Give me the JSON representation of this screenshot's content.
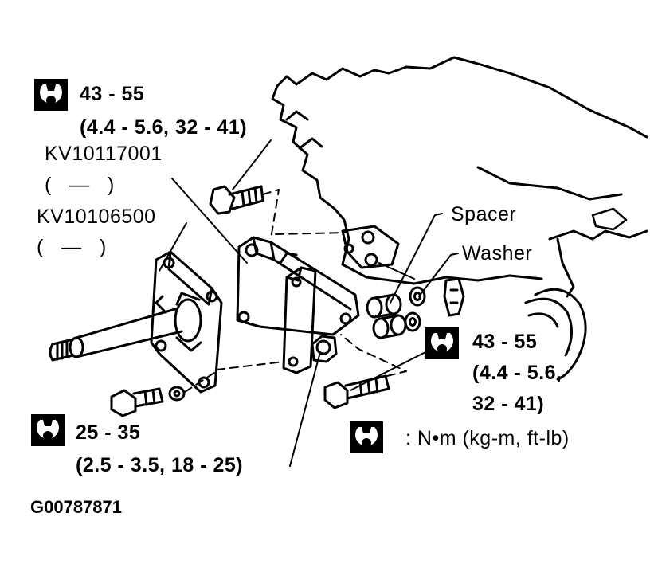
{
  "torque_specs": {
    "top": {
      "line1": "43 - 55",
      "line2": "(4.4 - 5.6, 32 - 41)"
    },
    "right": {
      "line1": "43 - 55",
      "line2": "(4.4 - 5.6,",
      "line3": "32 - 41)"
    },
    "bottom": {
      "line1": "25 - 35",
      "line2": "(2.5 - 3.5, 18 - 25)"
    }
  },
  "tools": [
    {
      "code": "KV10117001",
      "paren": "(   —   )"
    },
    {
      "code": "KV10106500",
      "paren": "(   —   )"
    }
  ],
  "callouts": {
    "spacer": "Spacer",
    "washer": "Washer"
  },
  "legend": {
    "text": ": N•m (kg-m, ft-lb)"
  },
  "figure_id": "G00787871",
  "icons": [
    "torque-wrench-icon"
  ]
}
